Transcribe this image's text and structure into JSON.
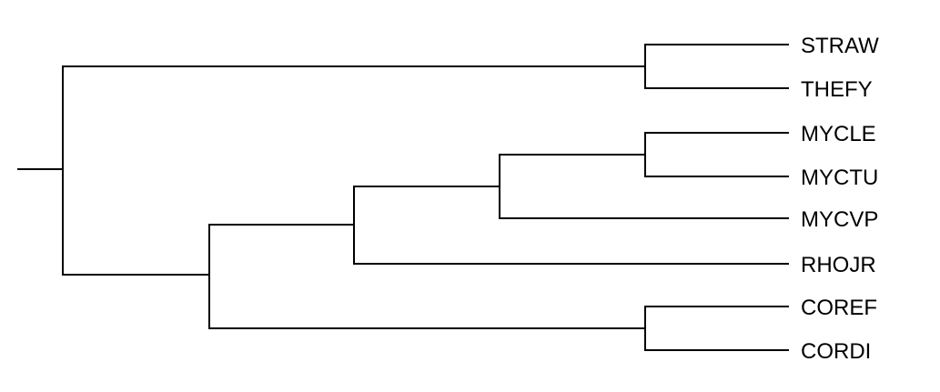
{
  "tree": {
    "leaves": [
      "STRAW",
      "THEFY",
      "MYCLE",
      "MYCTU",
      "MYCVP",
      "RHOJR",
      "COREF",
      "CORDI"
    ],
    "line_color": "#000000",
    "label_color": "#000000"
  }
}
